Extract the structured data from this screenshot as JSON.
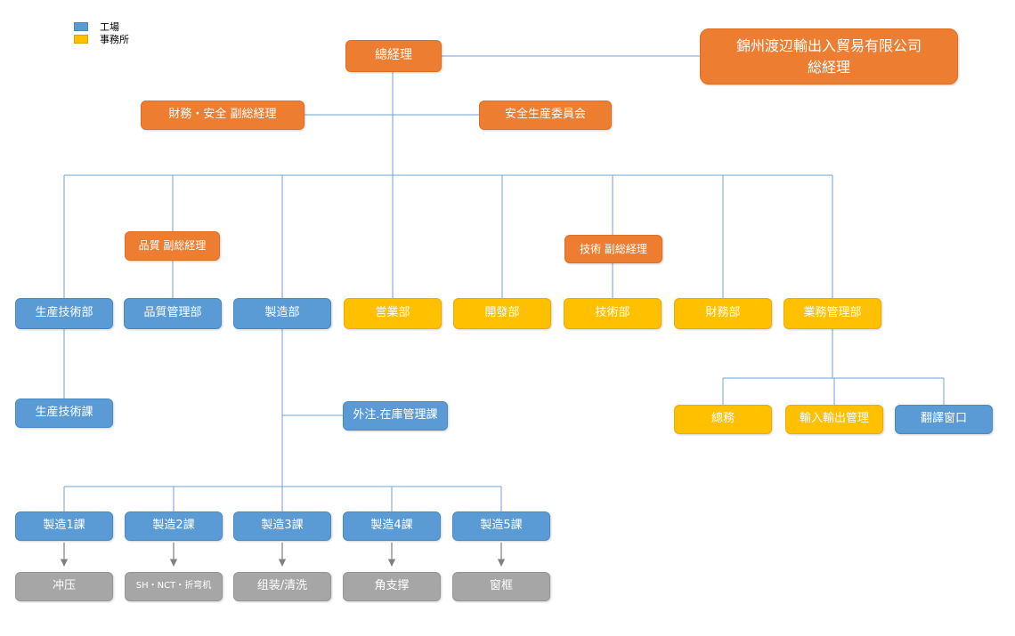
{
  "legend": {
    "factory": "工場",
    "office": "事務所"
  },
  "colors": {
    "factory_blue": "#5B9BD5",
    "office_yellow": "#FFC000",
    "executive_orange": "#ED7D31",
    "process_gray": "#A6A6A6",
    "connector_line": "#6FA3D8"
  },
  "nodes": {
    "gm": "總経理",
    "company_name": "錦州渡辺輸出入貿易有限公司",
    "company_title": "総経理",
    "finance_safety_vp": "財務・安全 副総経理",
    "safety_committee": "安全生産委員会",
    "quality_vp": "品質 副総経理",
    "tech_vp": "技術 副総経理",
    "prod_tech_dept": "生産技術部",
    "quality_dept": "品質管理部",
    "mfg_dept": "製造部",
    "sales_dept": "営業部",
    "dev_dept": "開發部",
    "tech_dept": "技術部",
    "finance_dept": "財務部",
    "biz_mgmt_dept": "業務管理部",
    "prod_tech_sec": "生産技術課",
    "outsource_sec": "外注.在庫管理課",
    "general_affairs": "總務",
    "import_export": "輸入輸出管理",
    "translation": "翻譯窗口",
    "mfg1": "製造1課",
    "mfg2": "製造2課",
    "mfg3": "製造3課",
    "mfg4": "製造4課",
    "mfg5": "製造5課",
    "press": "冲压",
    "bending": "SH・NCT・折弯机",
    "assembly": "组装/清洗",
    "corner_support": "角支撑",
    "window_frame": "窗框"
  }
}
